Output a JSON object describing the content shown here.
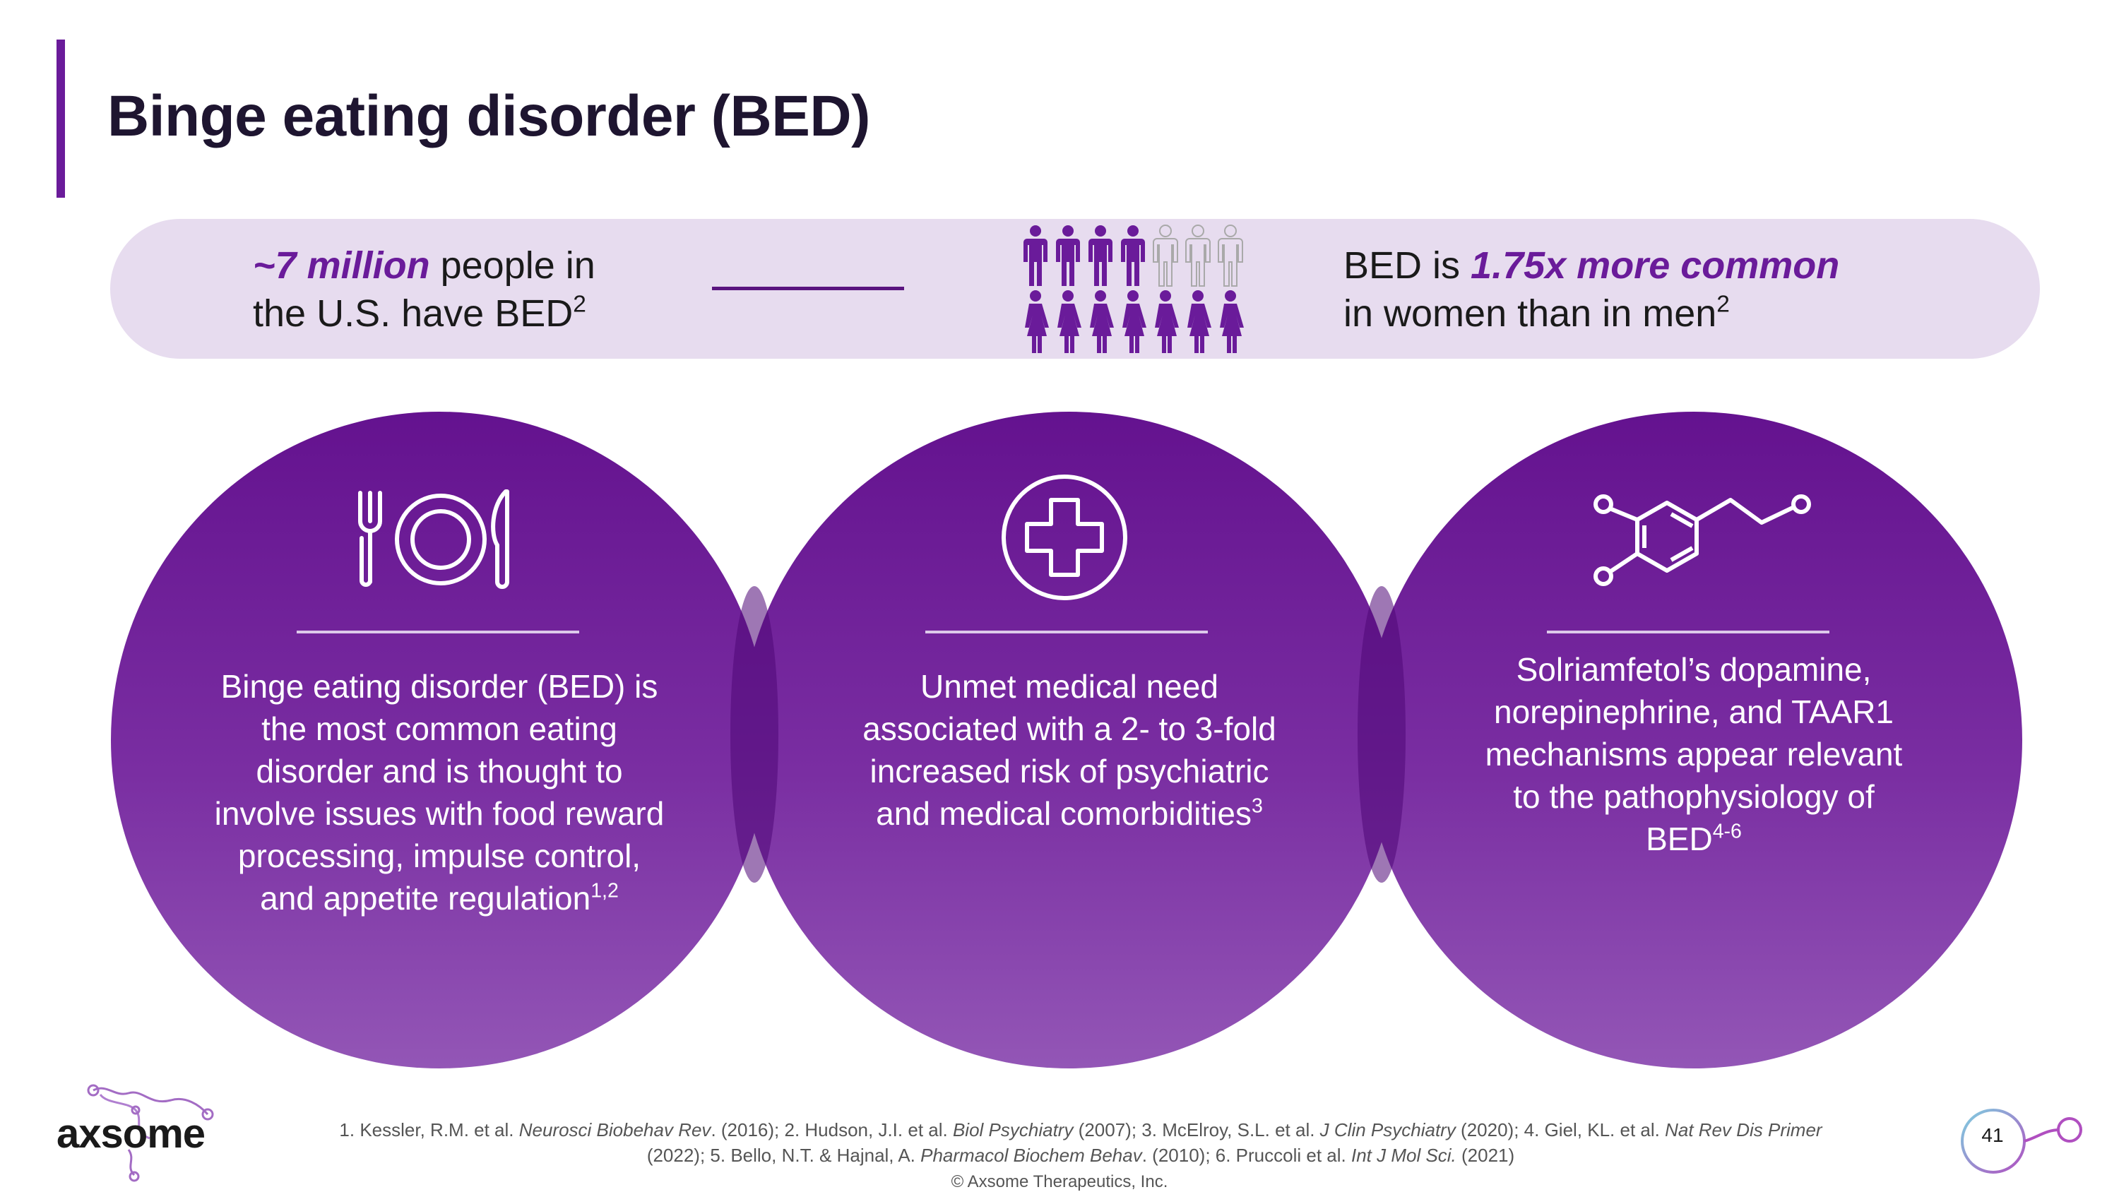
{
  "title": "Binge eating disorder (BED)",
  "stats": {
    "left_emph": "~7 million",
    "left_rest": " people in",
    "left_line2": "the U.S. have BED",
    "left_sup": "2",
    "right_pre": "BED is ",
    "right_emph": "1.75x more common",
    "right_line2": "in women than in men",
    "right_sup": "2"
  },
  "circles": [
    {
      "icon": "plate-cutlery-icon",
      "lines": [
        "Binge eating disorder (BED) is",
        "the most common eating",
        "disorder and is thought to",
        "involve issues with food reward",
        "processing, impulse control,",
        "and appetite regulation"
      ],
      "sup": "1,2"
    },
    {
      "icon": "medical-cross-icon",
      "lines": [
        "Unmet medical need",
        "associated with a 2- to 3-fold",
        "increased risk of psychiatric",
        "and medical comorbidities"
      ],
      "sup": "3"
    },
    {
      "icon": "molecule-icon",
      "lines": [
        "Solriamfetol’s dopamine,",
        "norepinephrine, and TAAR1",
        "mechanisms appear relevant",
        "to the pathophysiology of",
        "BED"
      ],
      "sup": "4-6"
    }
  ],
  "references": {
    "r1a": "1. Kessler, R.M. et al. ",
    "r1j": "Neurosci Biobehav Rev",
    "r1b": ". (2016); 2. Hudson, J.I. et al. ",
    "r2j": "Biol Psychiatry",
    "r2b": " (2007); 3. McElroy, S.L. et al. ",
    "r3j": "J Clin Psychiatry",
    "r3b": " (2020); 4. Giel, KL. et al. ",
    "r4j": "Nat Rev Dis Primer",
    "r5a": "(2022); 5. Bello, N.T. & Hajnal, A. ",
    "r5j": "Pharmacol Biochem Behav",
    "r5b": ". (2010); 6. Pruccoli et al. ",
    "r6j": "Int J Mol Sci.",
    "r6b": " (2021)"
  },
  "copyright": "© Axsome Therapeutics, Inc.",
  "logo_text": "axsome",
  "page_number": "41",
  "colors": {
    "accent": "#6a1b9a",
    "band": "#e7dcef",
    "circle_top": "#65148f",
    "circle_bottom": "#8e50b0"
  }
}
